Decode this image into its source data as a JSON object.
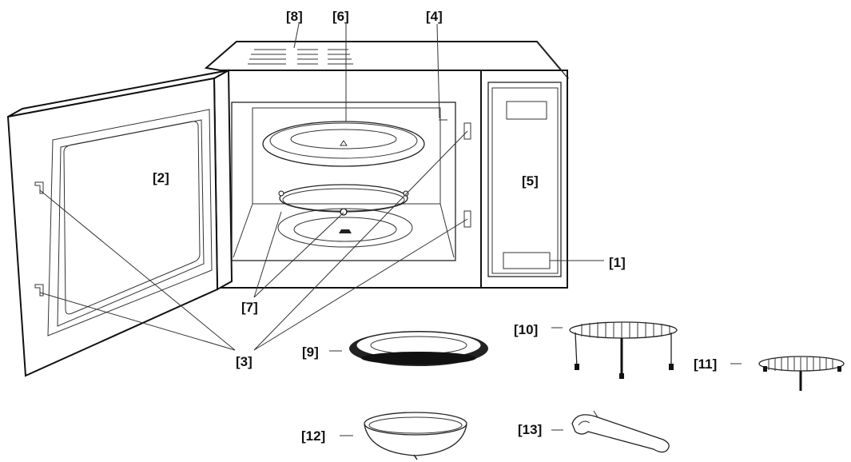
{
  "diagram": {
    "labels": {
      "l1": "[1]",
      "l2": "[2]",
      "l3": "[3]",
      "l4": "[4]",
      "l5": "[5]",
      "l6": "[6]",
      "l7": "[7]",
      "l8": "[8]",
      "l9": "[9]",
      "l10": "[10]",
      "l11": "[11]",
      "l12": "[12]",
      "l13": "[13]"
    }
  }
}
